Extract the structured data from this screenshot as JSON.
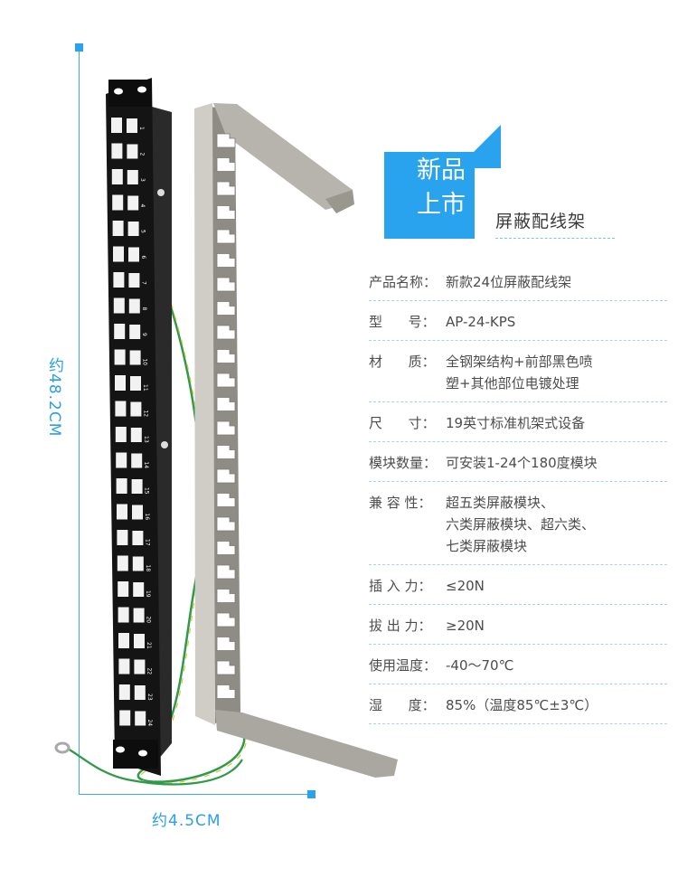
{
  "dimensions": {
    "height_label": "约48.2CM",
    "width_label": "约4.5CM"
  },
  "badge": {
    "line1": "新品",
    "line2": "上市"
  },
  "product_title": "屏蔽配线架",
  "panel_port_numbers": [
    "1",
    "2",
    "3",
    "4",
    "5",
    "6",
    "7",
    "8",
    "9",
    "10",
    "11",
    "12",
    "13",
    "14",
    "15",
    "16",
    "17",
    "18",
    "19",
    "20",
    "21",
    "22",
    "23",
    "24"
  ],
  "specs": [
    {
      "label": "产品名称：",
      "value": "新款24位屏蔽配线架"
    },
    {
      "label": "型      号：",
      "value": "AP-24-KPS"
    },
    {
      "label": "材      质：",
      "value": "全钢架结构+前部黑色喷\n塑+其他部位电镀处理"
    },
    {
      "label": "尺      寸：",
      "value": "19英寸标准机架式设备"
    },
    {
      "label": "模块数量：",
      "value": "可安装1-24个180度模块"
    },
    {
      "label": "兼 容 性：",
      "value": "超五类屏蔽模块、\n六类屏蔽模块、超六类、\n七类屏蔽模块"
    },
    {
      "label": "插 入 力：",
      "value": "≤20N"
    },
    {
      "label": "拔 出 力：",
      "value": "≥20N"
    },
    {
      "label": "使用温度：",
      "value": "-40～70℃"
    },
    {
      "label": "湿      度：",
      "value": "85%（温度85℃±3℃）"
    }
  ],
  "colors": {
    "accent": "#2aa3ef",
    "panel_black": "#111111",
    "metal": "#b9b6b0",
    "ground_wire_green": "#2f9a47",
    "ground_wire_yellow": "#d8c43a"
  }
}
